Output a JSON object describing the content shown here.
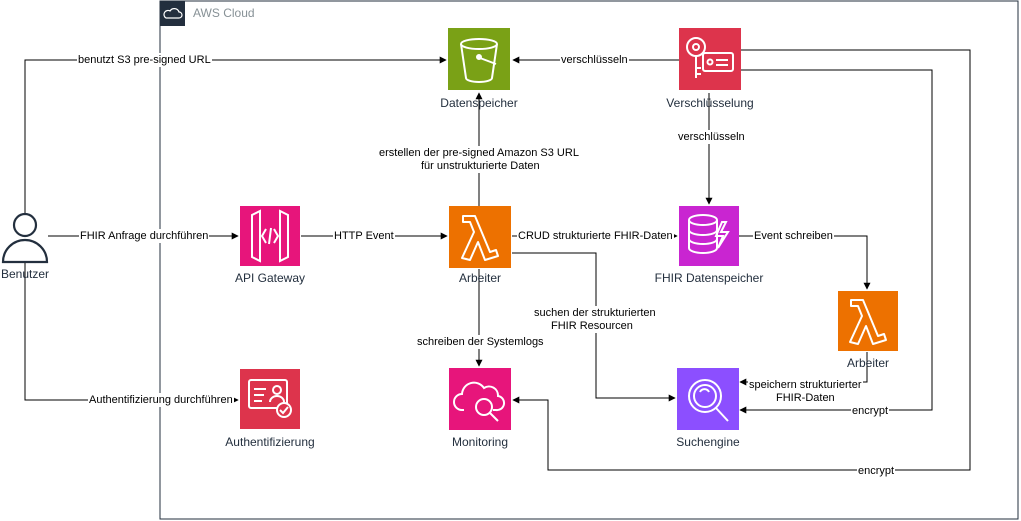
{
  "cloud": {
    "title": "AWS Cloud"
  },
  "nodes": {
    "user": "Benutzer",
    "datastore": "Datenspeicher",
    "encryption": "Verschlüsselung",
    "apigw": "API Gateway",
    "worker1": "Arbeiter",
    "fhirstore": "FHIR Datenspeicher",
    "worker2": "Arbeiter",
    "auth": "Authentifizierung",
    "monitoring": "Monitoring",
    "search": "Suchengine"
  },
  "edges": {
    "presigned": "benutzt S3 pre-signed URL",
    "encrypt_store": "verschlüsseln",
    "encrypt_fhir": "verschlüsseln",
    "create_url_1": "erstellen der pre-signed Amazon S3 URL",
    "create_url_2": "für unstrukturierte Daten",
    "fhir_request": "FHIR Anfrage durchführen",
    "http_event": "HTTP Event",
    "crud": "CRUD strukturierte FHIR-Daten",
    "event_write": "Event schreiben",
    "search_1": "suchen der strukturierten",
    "search_2": "FHIR Resourcen",
    "syslogs": "schreiben der Systemlogs",
    "auth_do": "Authentifizierung durchführen",
    "store_1": "speichern strukturierter",
    "store_2": "FHIR-Daten",
    "encrypt_search": "encrypt",
    "encrypt_monitor": "encrypt"
  },
  "colors": {
    "storage": "#7aa116",
    "security": "#dd344c",
    "compute": "#ed7100",
    "database": "#c925d1",
    "management": "#e7157b",
    "analytics": "#8c4fff",
    "app_integration": "#e7157b",
    "cloud_border": "#232f3e"
  }
}
